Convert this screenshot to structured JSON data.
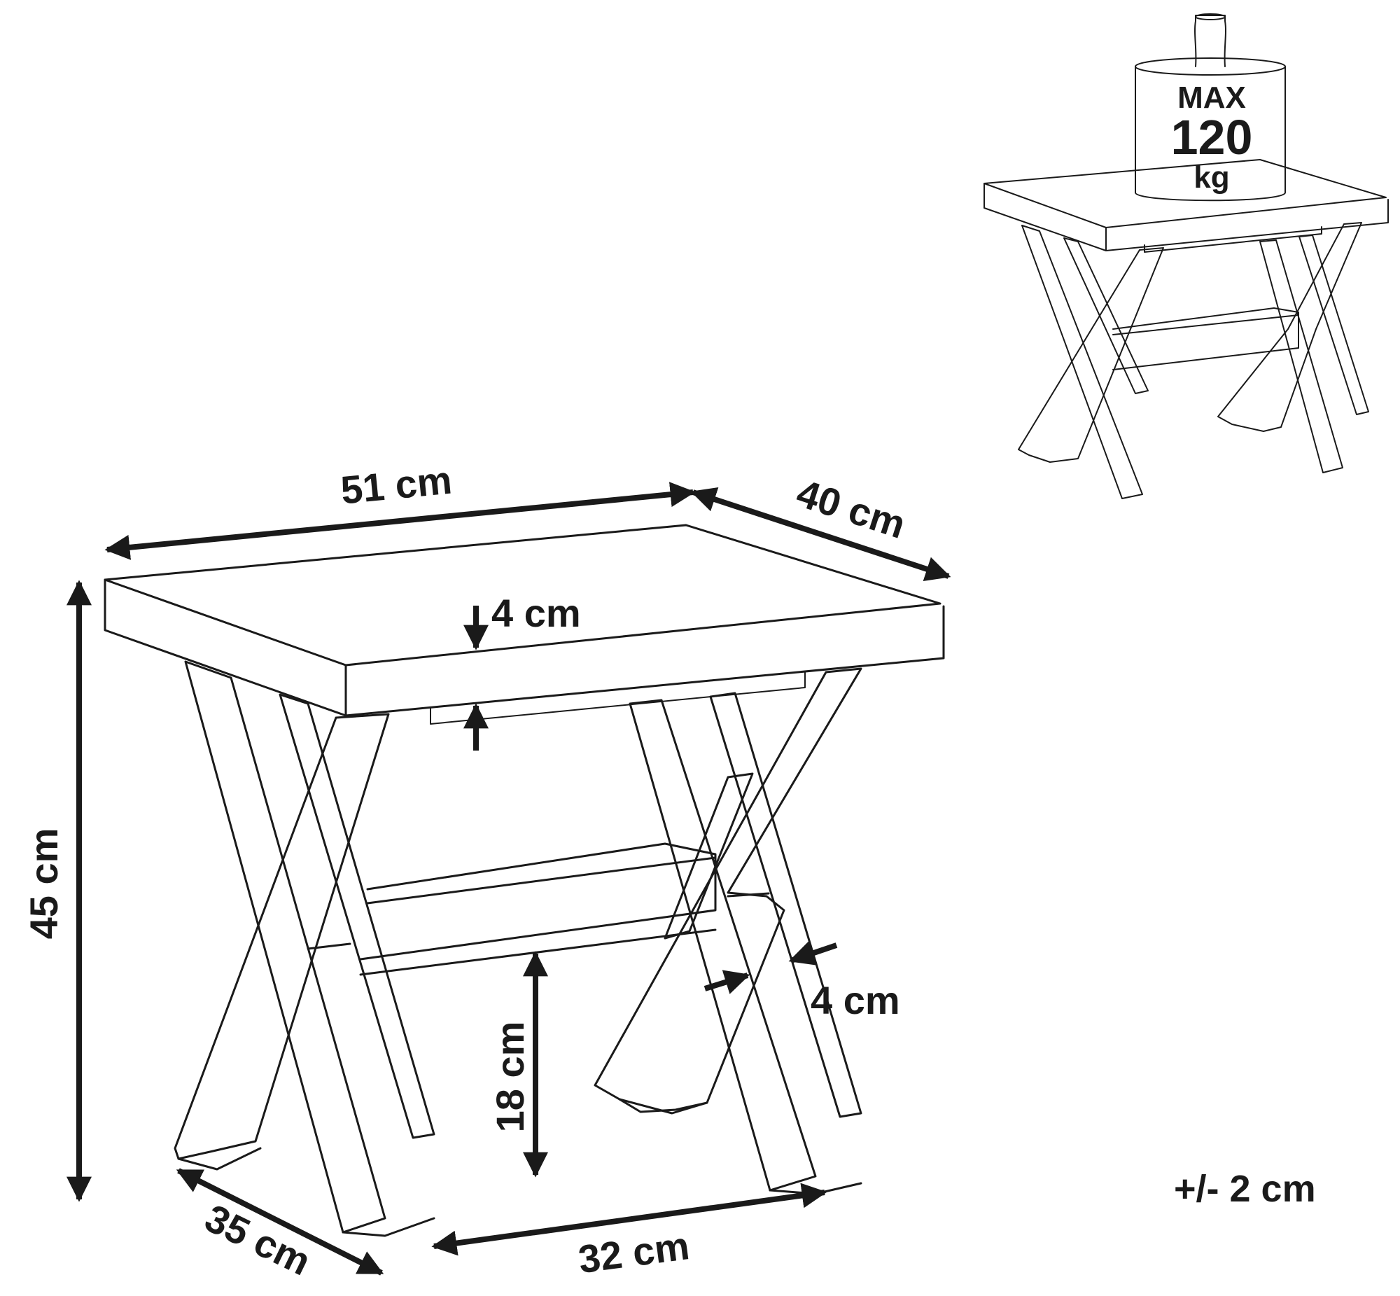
{
  "dimensions": {
    "width": "51 cm",
    "depth": "40 cm",
    "top_thickness": "4 cm",
    "height": "45 cm",
    "shelf_height": "18 cm",
    "leg_thickness": "4 cm",
    "base_depth": "35 cm",
    "base_width": "32 cm"
  },
  "tolerance": "+/- 2 cm",
  "load": {
    "max_label": "MAX",
    "value": "120",
    "unit": "kg"
  },
  "colors": {
    "line": "#1a1a1a",
    "background": "#ffffff"
  }
}
